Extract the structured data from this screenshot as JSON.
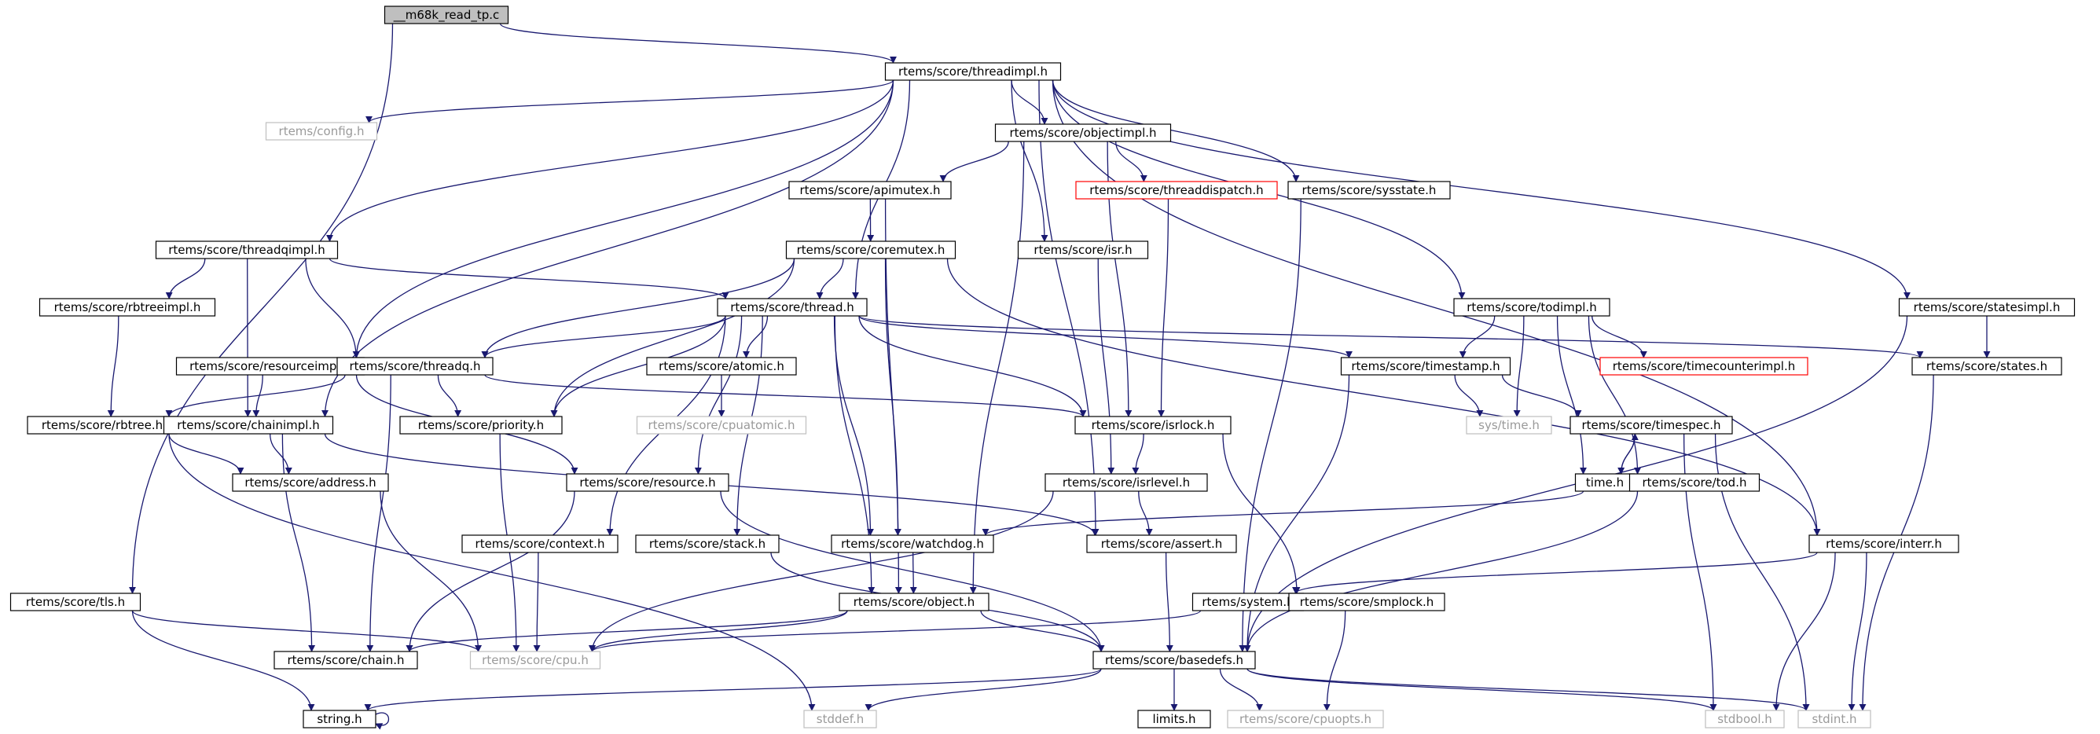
{
  "diagram": {
    "type": "include-dependency-graph",
    "edge_color": "#191970",
    "root_fill": "#bfbfbf",
    "external_border_color": "#bfbfbf",
    "undocumented_border_color": "#ff0000",
    "nodes": [
      {
        "id": "root",
        "label": "__m68k_read_tp.c",
        "kind": "root"
      },
      {
        "id": "threadimpl",
        "label": "rtems/score/threadimpl.h",
        "kind": "normal"
      },
      {
        "id": "tls",
        "label": "rtems/score/tls.h",
        "kind": "normal"
      },
      {
        "id": "config",
        "label": "rtems/config.h",
        "kind": "ext"
      },
      {
        "id": "objectimpl",
        "label": "rtems/score/objectimpl.h",
        "kind": "normal"
      },
      {
        "id": "threaddispatch",
        "label": "rtems/score/threaddispatch.h",
        "kind": "undoc"
      },
      {
        "id": "apimutex",
        "label": "rtems/score/apimutex.h",
        "kind": "normal"
      },
      {
        "id": "sysstate",
        "label": "rtems/score/sysstate.h",
        "kind": "normal"
      },
      {
        "id": "threadqimpl",
        "label": "rtems/score/threadqimpl.h",
        "kind": "normal"
      },
      {
        "id": "coremutex",
        "label": "rtems/score/coremutex.h",
        "kind": "normal"
      },
      {
        "id": "isr",
        "label": "rtems/score/isr.h",
        "kind": "normal"
      },
      {
        "id": "rbtreeimpl",
        "label": "rtems/score/rbtreeimpl.h",
        "kind": "normal"
      },
      {
        "id": "thread",
        "label": "rtems/score/thread.h",
        "kind": "normal"
      },
      {
        "id": "todimpl",
        "label": "rtems/score/todimpl.h",
        "kind": "normal"
      },
      {
        "id": "statesimpl",
        "label": "rtems/score/statesimpl.h",
        "kind": "normal"
      },
      {
        "id": "resourceimpl",
        "label": "rtems/score/resourceimpl.h",
        "kind": "normal"
      },
      {
        "id": "threadq",
        "label": "rtems/score/threadq.h",
        "kind": "normal"
      },
      {
        "id": "atomic",
        "label": "rtems/score/atomic.h",
        "kind": "normal"
      },
      {
        "id": "timestamp",
        "label": "rtems/score/timestamp.h",
        "kind": "normal"
      },
      {
        "id": "timecounterimpl",
        "label": "rtems/score/timecounterimpl.h",
        "kind": "undoc"
      },
      {
        "id": "states",
        "label": "rtems/score/states.h",
        "kind": "normal"
      },
      {
        "id": "rbtree",
        "label": "rtems/score/rbtree.h",
        "kind": "normal"
      },
      {
        "id": "chainimpl",
        "label": "rtems/score/chainimpl.h",
        "kind": "normal"
      },
      {
        "id": "priority",
        "label": "rtems/score/priority.h",
        "kind": "normal"
      },
      {
        "id": "cpuatomic",
        "label": "rtems/score/cpuatomic.h",
        "kind": "ext"
      },
      {
        "id": "isrlock",
        "label": "rtems/score/isrlock.h",
        "kind": "normal"
      },
      {
        "id": "systime",
        "label": "sys/time.h",
        "kind": "ext"
      },
      {
        "id": "timespec",
        "label": "rtems/score/timespec.h",
        "kind": "normal"
      },
      {
        "id": "address",
        "label": "rtems/score/address.h",
        "kind": "normal"
      },
      {
        "id": "resource",
        "label": "rtems/score/resource.h",
        "kind": "normal"
      },
      {
        "id": "isrlevel",
        "label": "rtems/score/isrlevel.h",
        "kind": "normal"
      },
      {
        "id": "time",
        "label": "time.h",
        "kind": "normal"
      },
      {
        "id": "tod",
        "label": "rtems/score/tod.h",
        "kind": "normal"
      },
      {
        "id": "context",
        "label": "rtems/score/context.h",
        "kind": "normal"
      },
      {
        "id": "stack",
        "label": "rtems/score/stack.h",
        "kind": "normal"
      },
      {
        "id": "watchdog",
        "label": "rtems/score/watchdog.h",
        "kind": "normal"
      },
      {
        "id": "assert",
        "label": "rtems/score/assert.h",
        "kind": "normal"
      },
      {
        "id": "interr",
        "label": "rtems/score/interr.h",
        "kind": "normal"
      },
      {
        "id": "object",
        "label": "rtems/score/object.h",
        "kind": "normal"
      },
      {
        "id": "system",
        "label": "rtems/system.h",
        "kind": "normal"
      },
      {
        "id": "smplock",
        "label": "rtems/score/smplock.h",
        "kind": "normal"
      },
      {
        "id": "chain",
        "label": "rtems/score/chain.h",
        "kind": "normal"
      },
      {
        "id": "cpu",
        "label": "rtems/score/cpu.h",
        "kind": "ext"
      },
      {
        "id": "basedefs",
        "label": "rtems/score/basedefs.h",
        "kind": "normal"
      },
      {
        "id": "stringh",
        "label": "string.h",
        "kind": "normal"
      },
      {
        "id": "stddef",
        "label": "stddef.h",
        "kind": "ext"
      },
      {
        "id": "limits",
        "label": "limits.h",
        "kind": "normal"
      },
      {
        "id": "cpuopts",
        "label": "rtems/score/cpuopts.h",
        "kind": "ext"
      },
      {
        "id": "stdbool",
        "label": "stdbool.h",
        "kind": "ext"
      },
      {
        "id": "stdint",
        "label": "stdint.h",
        "kind": "ext"
      }
    ],
    "edges": [
      [
        "root",
        "threadimpl"
      ],
      [
        "root",
        "tls"
      ],
      [
        "threadimpl",
        "config"
      ],
      [
        "threadimpl",
        "objectimpl"
      ],
      [
        "threadimpl",
        "isr"
      ],
      [
        "threadimpl",
        "sysstate"
      ],
      [
        "threadimpl",
        "threadqimpl"
      ],
      [
        "threadimpl",
        "thread"
      ],
      [
        "threadimpl",
        "resourceimpl"
      ],
      [
        "threadimpl",
        "chainimpl"
      ],
      [
        "threadimpl",
        "todimpl"
      ],
      [
        "threadimpl",
        "statesimpl"
      ],
      [
        "threadimpl",
        "interr"
      ],
      [
        "threadimpl",
        "assert"
      ],
      [
        "objectimpl",
        "apimutex"
      ],
      [
        "objectimpl",
        "threaddispatch"
      ],
      [
        "objectimpl",
        "isrlock"
      ],
      [
        "objectimpl",
        "object"
      ],
      [
        "threaddispatch",
        "isrlock"
      ],
      [
        "apimutex",
        "coremutex"
      ],
      [
        "apimutex",
        "object"
      ],
      [
        "coremutex",
        "thread"
      ],
      [
        "coremutex",
        "threadq"
      ],
      [
        "coremutex",
        "priority"
      ],
      [
        "coremutex",
        "watchdog"
      ],
      [
        "coremutex",
        "interr"
      ],
      [
        "threadqimpl",
        "rbtreeimpl"
      ],
      [
        "threadqimpl",
        "thread"
      ],
      [
        "threadqimpl",
        "threadq"
      ],
      [
        "threadqimpl",
        "chainimpl"
      ],
      [
        "rbtreeimpl",
        "rbtree"
      ],
      [
        "isr",
        "isrlevel"
      ],
      [
        "sysstate",
        "basedefs"
      ],
      [
        "thread",
        "threadq"
      ],
      [
        "thread",
        "atomic"
      ],
      [
        "thread",
        "timestamp"
      ],
      [
        "thread",
        "states"
      ],
      [
        "thread",
        "isrlock"
      ],
      [
        "thread",
        "priority"
      ],
      [
        "thread",
        "resource"
      ],
      [
        "thread",
        "context"
      ],
      [
        "thread",
        "stack"
      ],
      [
        "thread",
        "watchdog"
      ],
      [
        "thread",
        "object"
      ],
      [
        "todimpl",
        "timestamp"
      ],
      [
        "todimpl",
        "timecounterimpl"
      ],
      [
        "todimpl",
        "systime"
      ],
      [
        "todimpl",
        "time"
      ],
      [
        "todimpl",
        "tod"
      ],
      [
        "statesimpl",
        "states"
      ],
      [
        "statesimpl",
        "basedefs"
      ],
      [
        "resourceimpl",
        "chainimpl"
      ],
      [
        "resourceimpl",
        "resource"
      ],
      [
        "threadq",
        "rbtree"
      ],
      [
        "threadq",
        "priority"
      ],
      [
        "threadq",
        "isrlock"
      ],
      [
        "threadq",
        "chain"
      ],
      [
        "atomic",
        "cpuatomic"
      ],
      [
        "timestamp",
        "systime"
      ],
      [
        "timestamp",
        "timespec"
      ],
      [
        "timestamp",
        "basedefs"
      ],
      [
        "states",
        "stdint"
      ],
      [
        "rbtree",
        "address"
      ],
      [
        "rbtree",
        "stddef"
      ],
      [
        "chainimpl",
        "address"
      ],
      [
        "chainimpl",
        "assert"
      ],
      [
        "chainimpl",
        "chain"
      ],
      [
        "priority",
        "cpu"
      ],
      [
        "isrlock",
        "isrlevel"
      ],
      [
        "isrlock",
        "smplock"
      ],
      [
        "timespec",
        "time"
      ],
      [
        "timespec",
        "stdbool"
      ],
      [
        "timespec",
        "stdint"
      ],
      [
        "address",
        "cpu"
      ],
      [
        "resource",
        "chain"
      ],
      [
        "resource",
        "basedefs"
      ],
      [
        "isrlevel",
        "assert"
      ],
      [
        "isrlevel",
        "cpu"
      ],
      [
        "time",
        "timespec"
      ],
      [
        "time",
        "watchdog"
      ],
      [
        "tod",
        "basedefs"
      ],
      [
        "context",
        "cpu"
      ],
      [
        "stack",
        "basedefs"
      ],
      [
        "watchdog",
        "object"
      ],
      [
        "assert",
        "basedefs"
      ],
      [
        "interr",
        "system"
      ],
      [
        "interr",
        "stdbool"
      ],
      [
        "interr",
        "stdint"
      ],
      [
        "object",
        "chain"
      ],
      [
        "object",
        "cpu"
      ],
      [
        "object",
        "basedefs"
      ],
      [
        "system",
        "cpu"
      ],
      [
        "smplock",
        "cpuopts"
      ],
      [
        "tls",
        "cpu"
      ],
      [
        "tls",
        "stringh"
      ],
      [
        "basedefs",
        "stringh"
      ],
      [
        "basedefs",
        "stddef"
      ],
      [
        "basedefs",
        "limits"
      ],
      [
        "basedefs",
        "cpuopts"
      ],
      [
        "basedefs",
        "stdbool"
      ],
      [
        "basedefs",
        "stdint"
      ],
      [
        "stringh",
        "stringh"
      ]
    ]
  }
}
